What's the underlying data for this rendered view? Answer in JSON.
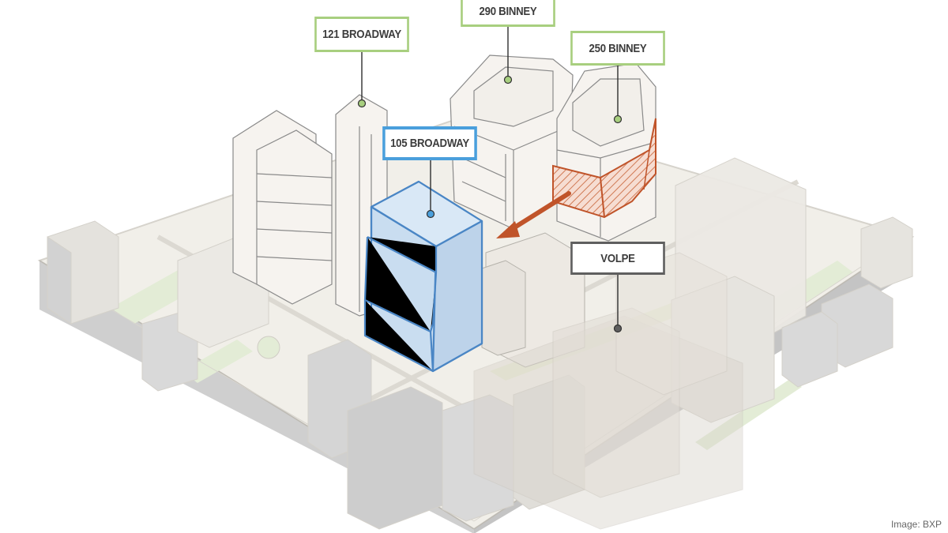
{
  "labels": {
    "broadway_121": "121 BROADWAY",
    "binney_290": "290 BINNEY",
    "binney_250": "250 BINNEY",
    "broadway_105": "105 BROADWAY",
    "volpe": "VOLPE"
  },
  "credit": "Image: BXP",
  "colors": {
    "existing_marker": "#a8cf7f",
    "proposed_building": "#4a9fdc",
    "volpe_box": "#5f5f5f",
    "arrow": "#c0542a"
  }
}
